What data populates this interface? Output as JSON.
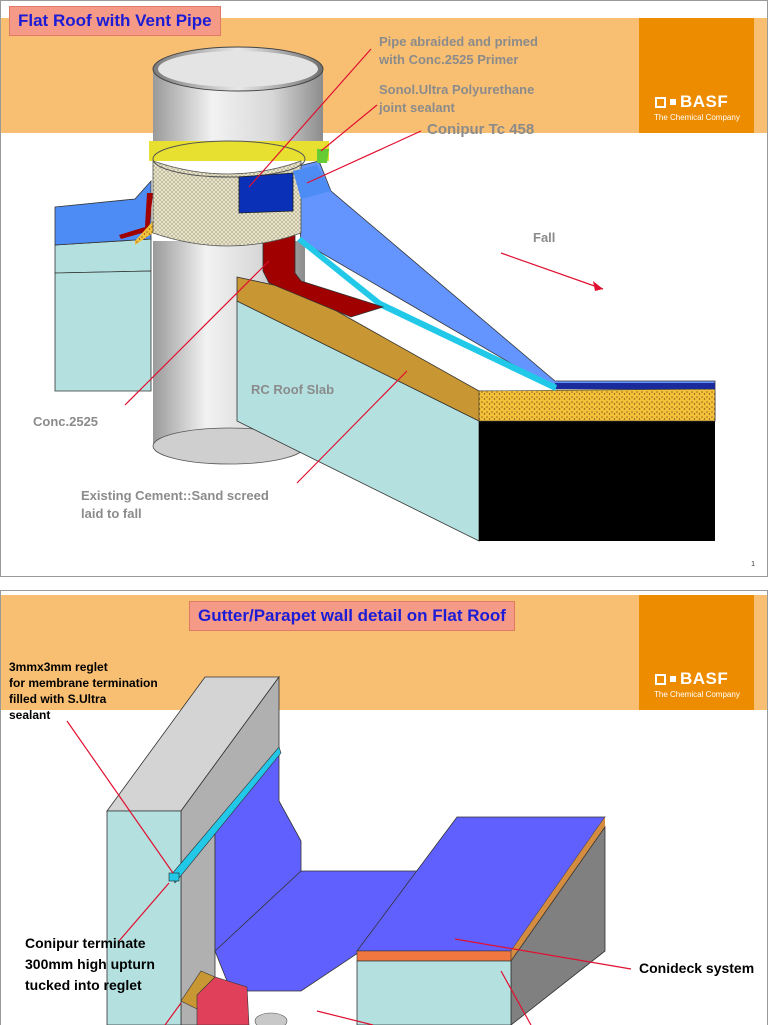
{
  "slide1": {
    "title": "Flat Roof with Vent Pipe",
    "logo": {
      "brand": "BASF",
      "tagline": "The Chemical Company"
    },
    "labels": {
      "primer_line1": "Pipe abraided and primed",
      "primer_line2": "with Conc.2525 Primer",
      "sealant_line1": "Sonol.Ultra Polyurethane",
      "sealant_line2": "joint sealant",
      "conipur": "Conipur Tc 458",
      "fall": "Fall",
      "slab": "RC Roof Slab",
      "conc": "Conc.2525",
      "screed_line1": "Existing Cement::Sand screed",
      "screed_line2": "laid to fall"
    },
    "page_number": "1"
  },
  "slide2": {
    "title": "Gutter/Parapet wall detail on  Flat Roof",
    "logo": {
      "brand": "BASF",
      "tagline": "The Chemical Company"
    },
    "labels": {
      "reglet_line1": "3mmx3mm reglet",
      "reglet_line2": "for membrane termination",
      "reglet_line3": "filled with S.Ultra",
      "reglet_line4": "sealant",
      "terminate_line1": "Conipur terminate",
      "terminate_line2": "300mm high upturn",
      "terminate_line3": "tucked into reglet",
      "conideck": "Conideck system"
    }
  },
  "colors": {
    "band": "#f8bf73",
    "logo": "#ee8c00",
    "title_bg": "#f49a86",
    "title_text": "#1c1cd6",
    "membrane": "#6495ff",
    "slab": "#b4e0e0",
    "screed": "#c89632",
    "red_seal": "#a00000",
    "leader": "#e01030"
  }
}
